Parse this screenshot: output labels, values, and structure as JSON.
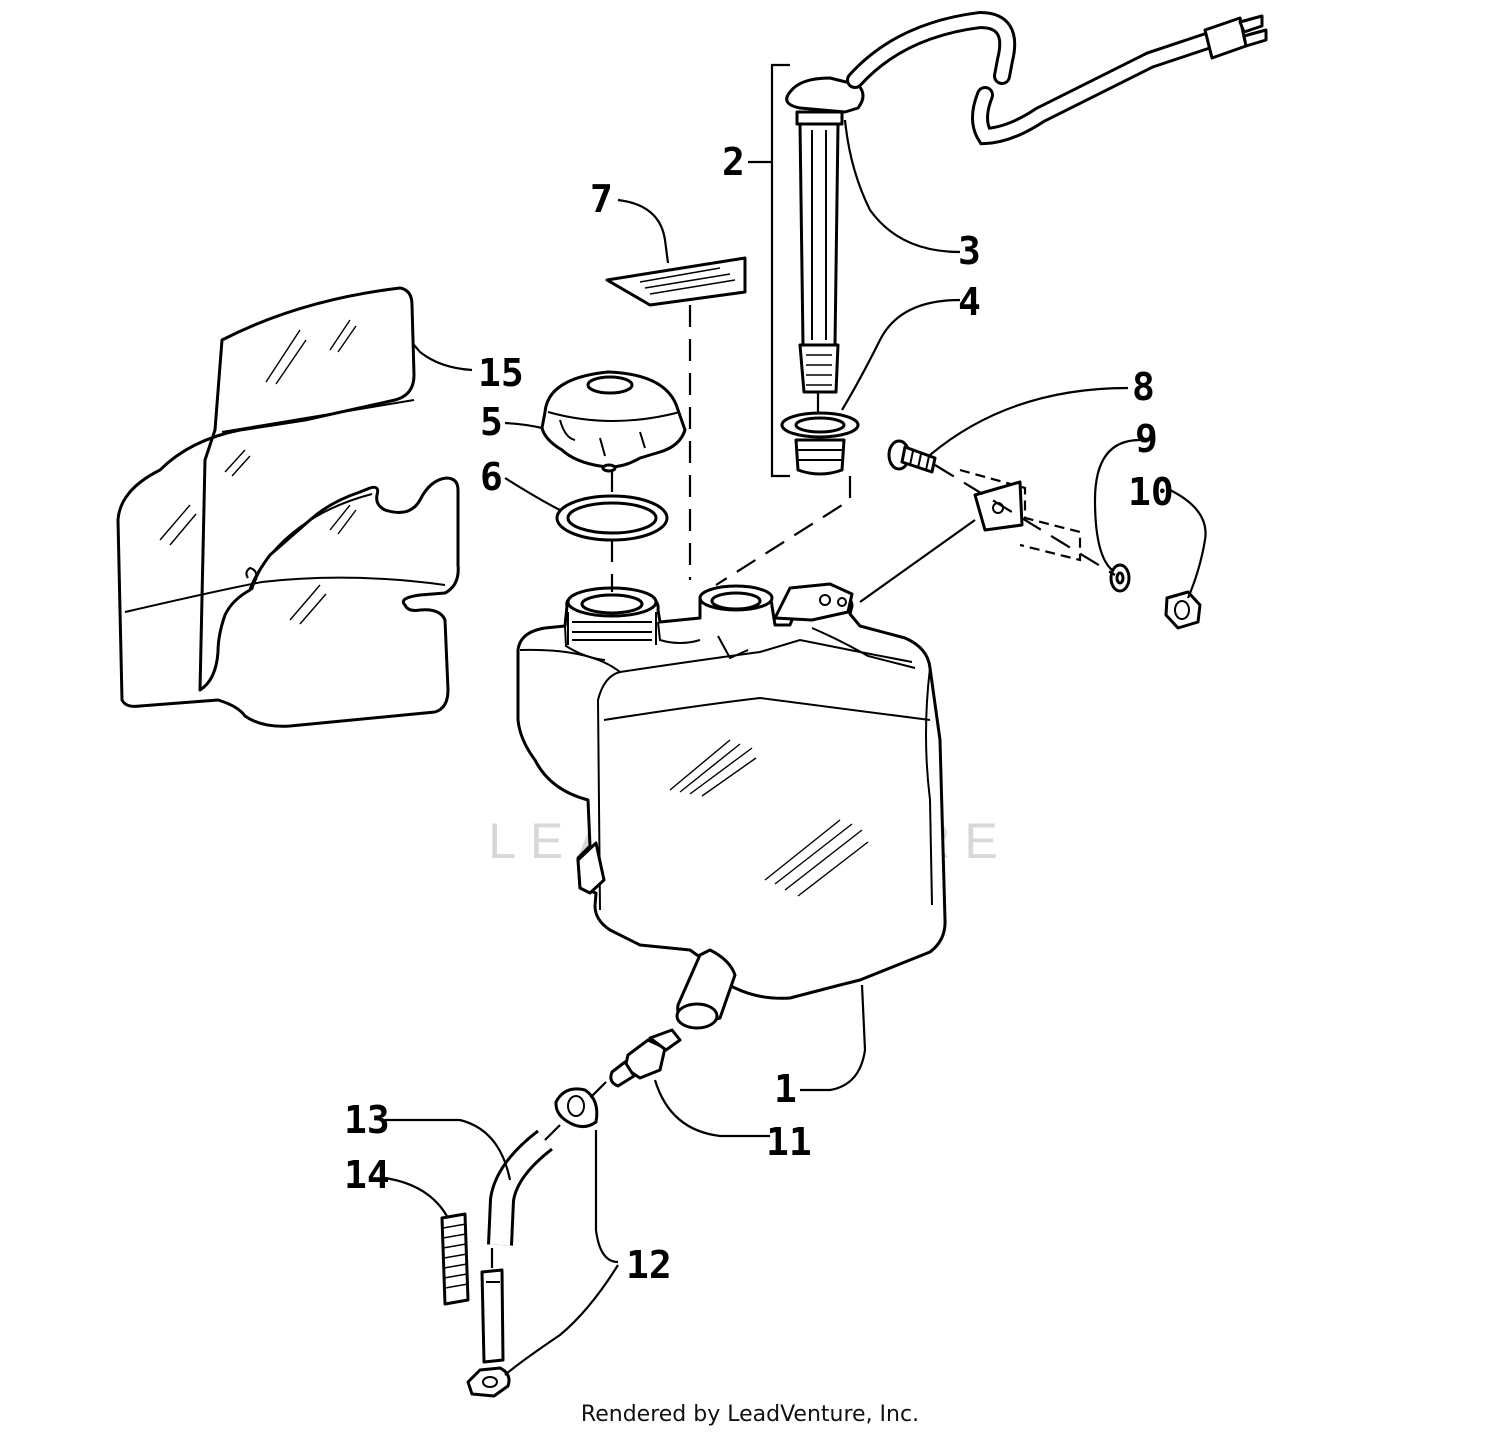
{
  "footer": {
    "text": "Rendered by LeadVenture, Inc."
  },
  "watermark": {
    "text": "LEADVENTURE",
    "color": "#d8d8d8"
  },
  "callouts": [
    {
      "id": "1",
      "part": "oil-tank"
    },
    {
      "id": "2",
      "part": "level-sender-assembly"
    },
    {
      "id": "3",
      "part": "level-sender"
    },
    {
      "id": "4",
      "part": "grommet"
    },
    {
      "id": "5",
      "part": "cap"
    },
    {
      "id": "6",
      "part": "gasket"
    },
    {
      "id": "7",
      "part": "decal"
    },
    {
      "id": "8",
      "part": "cap-screw"
    },
    {
      "id": "9",
      "part": "washer"
    },
    {
      "id": "10",
      "part": "lock-nut"
    },
    {
      "id": "11",
      "part": "fitting"
    },
    {
      "id": "12",
      "part": "hose-clamp"
    },
    {
      "id": "13",
      "part": "hose"
    },
    {
      "id": "14",
      "part": "spring"
    },
    {
      "id": "15",
      "part": "insulation-pad"
    }
  ]
}
